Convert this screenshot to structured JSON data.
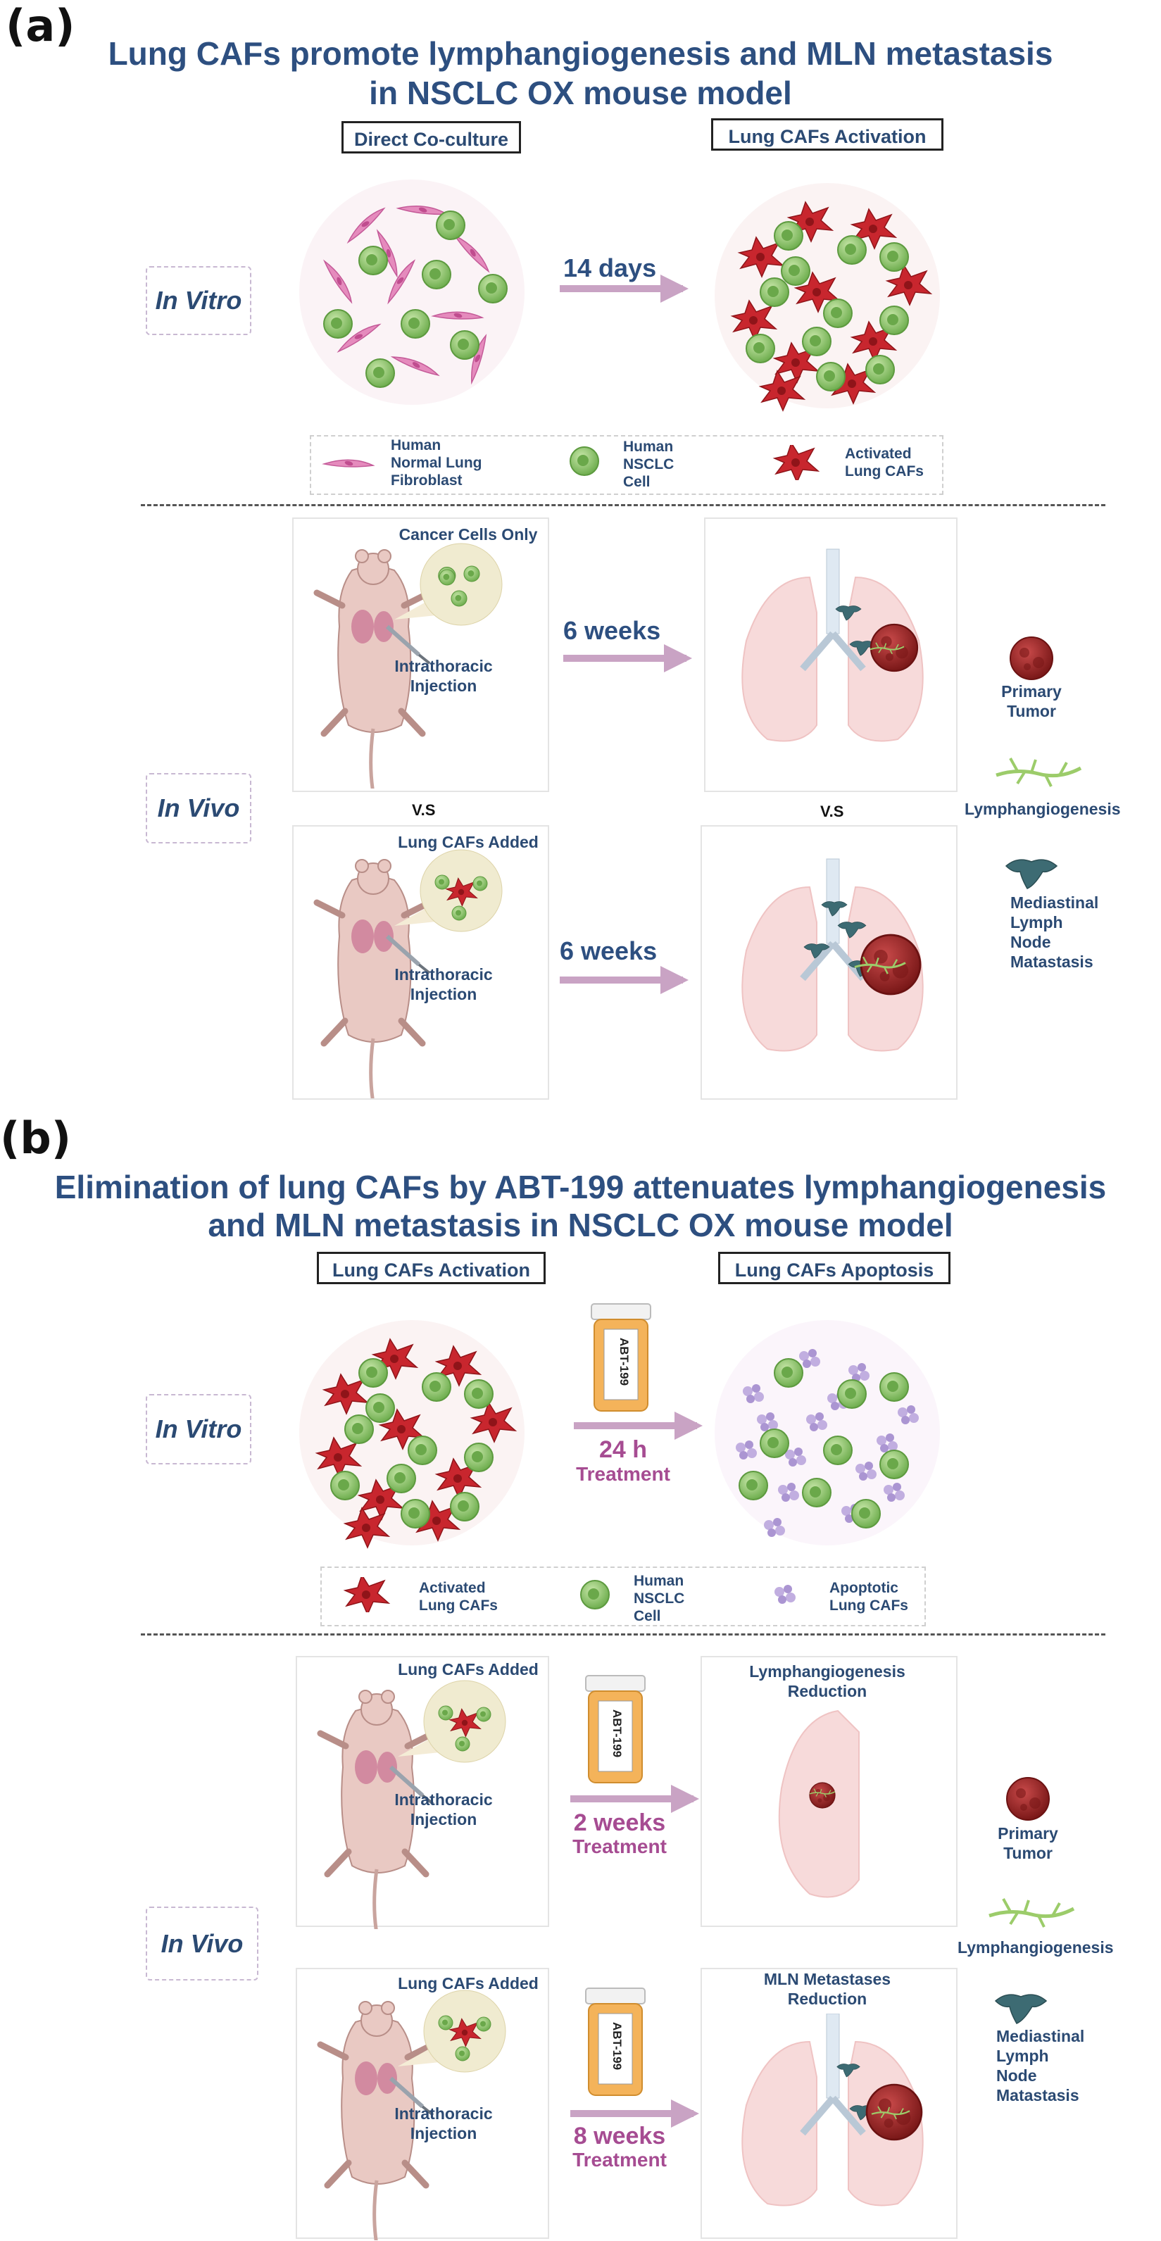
{
  "panel_a": {
    "letter": "(a)",
    "title_line1": "Lung CAFs promote lymphangiogenesis and MLN metastasis",
    "title_line2": "in NSCLC OX mouse model",
    "box_left": "Direct Co-culture",
    "box_right": "Lung CAFs Activation",
    "in_vitro": "In Vitro",
    "in_vivo": "In Vivo",
    "duration_vitro": "14 days",
    "legend": {
      "fibroblast": [
        "Human",
        "Normal Lung",
        "Fibroblast"
      ],
      "nsclc": [
        "Human",
        "NSCLC",
        "Cell"
      ],
      "activated": [
        "Activated",
        "Lung CAFs"
      ]
    },
    "cancer_only": "Cancer Cells Only",
    "cafs_added": "Lung CAFs Added",
    "injection": [
      "Intrathoracic",
      "Injection"
    ],
    "weeks": "6 weeks",
    "vs": "V.S",
    "side_legend": {
      "primary": [
        "Primary",
        "Tumor"
      ],
      "lymph": "Lymphangiogenesis",
      "mln": [
        "Mediastinal",
        "Lymph",
        "Node",
        "Matastasis"
      ]
    }
  },
  "panel_b": {
    "letter": "(b)",
    "title_line1": "Elimination of lung CAFs by ABT-199 attenuates lymphangiogenesis",
    "title_line2": "and MLN metastasis in NSCLC OX mouse model",
    "box_left": "Lung CAFs Activation",
    "box_right": "Lung CAFs Apoptosis",
    "in_vitro": "In Vitro",
    "in_vivo": "In Vivo",
    "drug": "ABT-199",
    "duration_vitro": "24 h",
    "treatment": "Treatment",
    "legend": {
      "activated": [
        "Activated",
        "Lung CAFs"
      ],
      "nsclc": [
        "Human",
        "NSCLC",
        "Cell"
      ],
      "apoptotic": [
        "Apoptotic",
        "Lung CAFs"
      ]
    },
    "cafs_added": "Lung CAFs Added",
    "injection": [
      "Intrathoracic",
      "Injection"
    ],
    "weeks_2": "2 weeks",
    "weeks_8": "8 weeks",
    "lymph_reduction": [
      "Lymphangiogenesis",
      "Reduction"
    ],
    "mln_reduction": [
      "MLN Metastases",
      "Reduction"
    ],
    "side_legend": {
      "primary": [
        "Primary",
        "Tumor"
      ],
      "lymph": "Lymphangiogenesis",
      "mln": [
        "Mediastinal",
        "Lymph",
        "Node",
        "Matastasis"
      ]
    }
  },
  "colors": {
    "title": "#2d4f80",
    "text": "#2b4a73",
    "arrow": "#c9a3c4",
    "treatment": "#a64c92",
    "tumor": "#9e2424",
    "caf": "#c8262e",
    "nsclc": "#8cc56a",
    "fibroblast": "#e07ab4",
    "apoptotic": "#b9a3d6",
    "lymph_node": "#3d6b73",
    "lymph_vessel": "#9ccc6a",
    "lung": "#f7dada"
  }
}
